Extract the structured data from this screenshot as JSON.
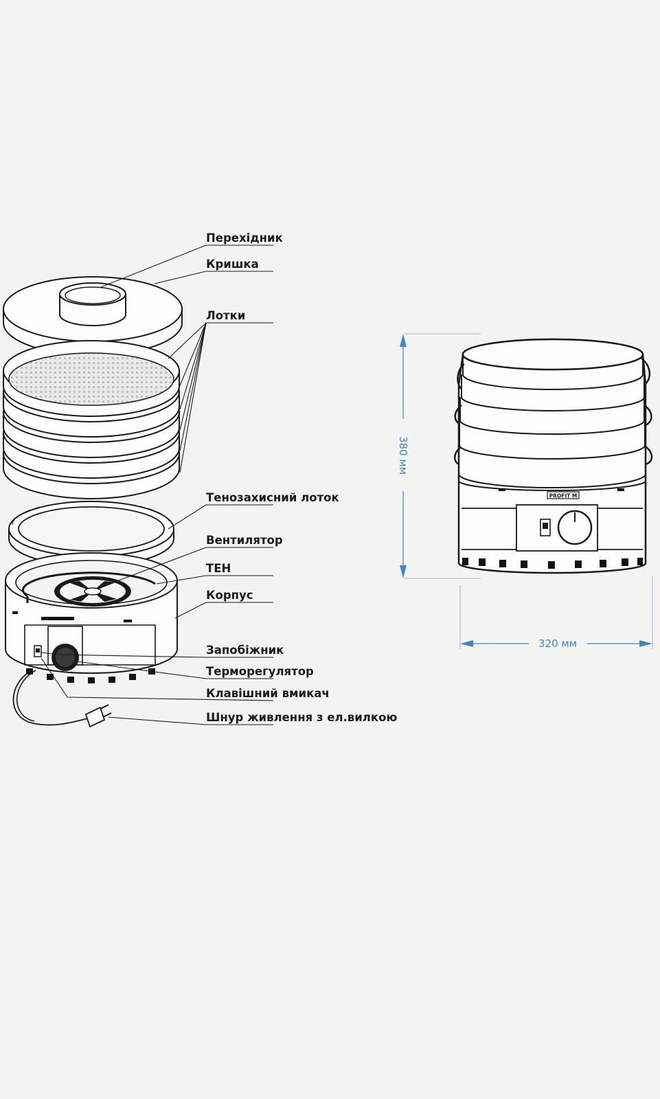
{
  "labels": {
    "adapter": "Перехідник",
    "lid": "Кришка",
    "trays": "Лотки",
    "heat_shield_tray": "Тенозахисний лоток",
    "fan": "Вентилятор",
    "heater": "ТЕН",
    "housing": "Корпус",
    "fuse": "Запобіжник",
    "thermostat": "Терморегулятор",
    "rocker_switch": "Клавішний вмикач",
    "power_cord": "Шнур живлення з ел.вилкою"
  },
  "dimensions": {
    "height": "380 мм",
    "width": "320 мм"
  },
  "brand": "PROFIT M",
  "colors": {
    "dimension_line": "#3f86c6",
    "outline": "#1a1a1a",
    "background": "#f3f3f2"
  }
}
